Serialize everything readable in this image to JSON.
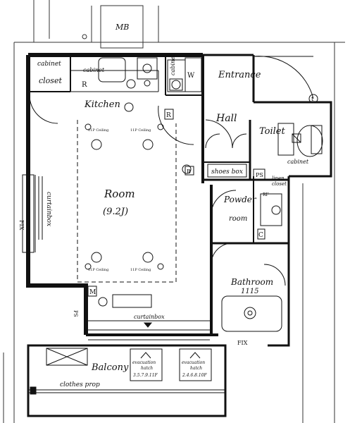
{
  "rooms": {
    "mb": "MB",
    "cabinet_closet_top": "cabinet",
    "cabinet_closet_bottom": "closet",
    "kitchen_cabinet": "cabinet",
    "kitchen_r": "R",
    "wash_cabinet": "cabinet",
    "wash_w": "W",
    "entrance": "Entrance",
    "kitchen": "Kitchen",
    "hall": "Hall",
    "toilet": "Toilet",
    "toilet_cabinet": "cabinet",
    "shoes_box": "shoes box",
    "ps": "PS",
    "linen_closet_top": "linen",
    "linen_closet_bottom": "closet",
    "powder_room_top": "Powder",
    "powder_room_bottom": "room",
    "room_name": "Room",
    "room_size": "(9.2J)",
    "curtain_box_left": "curtainbox",
    "curtain_box_bottom": "curtainbox",
    "fix_left": "FIX",
    "fix_bottom": "FIX",
    "bathroom": "Bathroom",
    "bathroom_size": "1115",
    "balcony": "Balcony",
    "clothes_prop": "clothes prop",
    "hatch_left_1": "evacuation",
    "hatch_left_2": "hatch",
    "hatch_left_3": "3.5.7.9.11F",
    "hatch_right_1": "evacuation",
    "hatch_right_2": "hatch",
    "hatch_right_3": "2.4.6.8.10F",
    "m_box": "M",
    "c_box": "C",
    "ps_small": "PS",
    "r_box": "R",
    "rf_box": "RF",
    "b_box": "B",
    "t_mark": "t"
  },
  "fixtures": {
    "light_top_left": "11P Ceiling",
    "light_top_right": "11P Ceiling",
    "light_bottom_left": "11P Ceiling",
    "light_bottom_right": "11P Ceiling"
  }
}
